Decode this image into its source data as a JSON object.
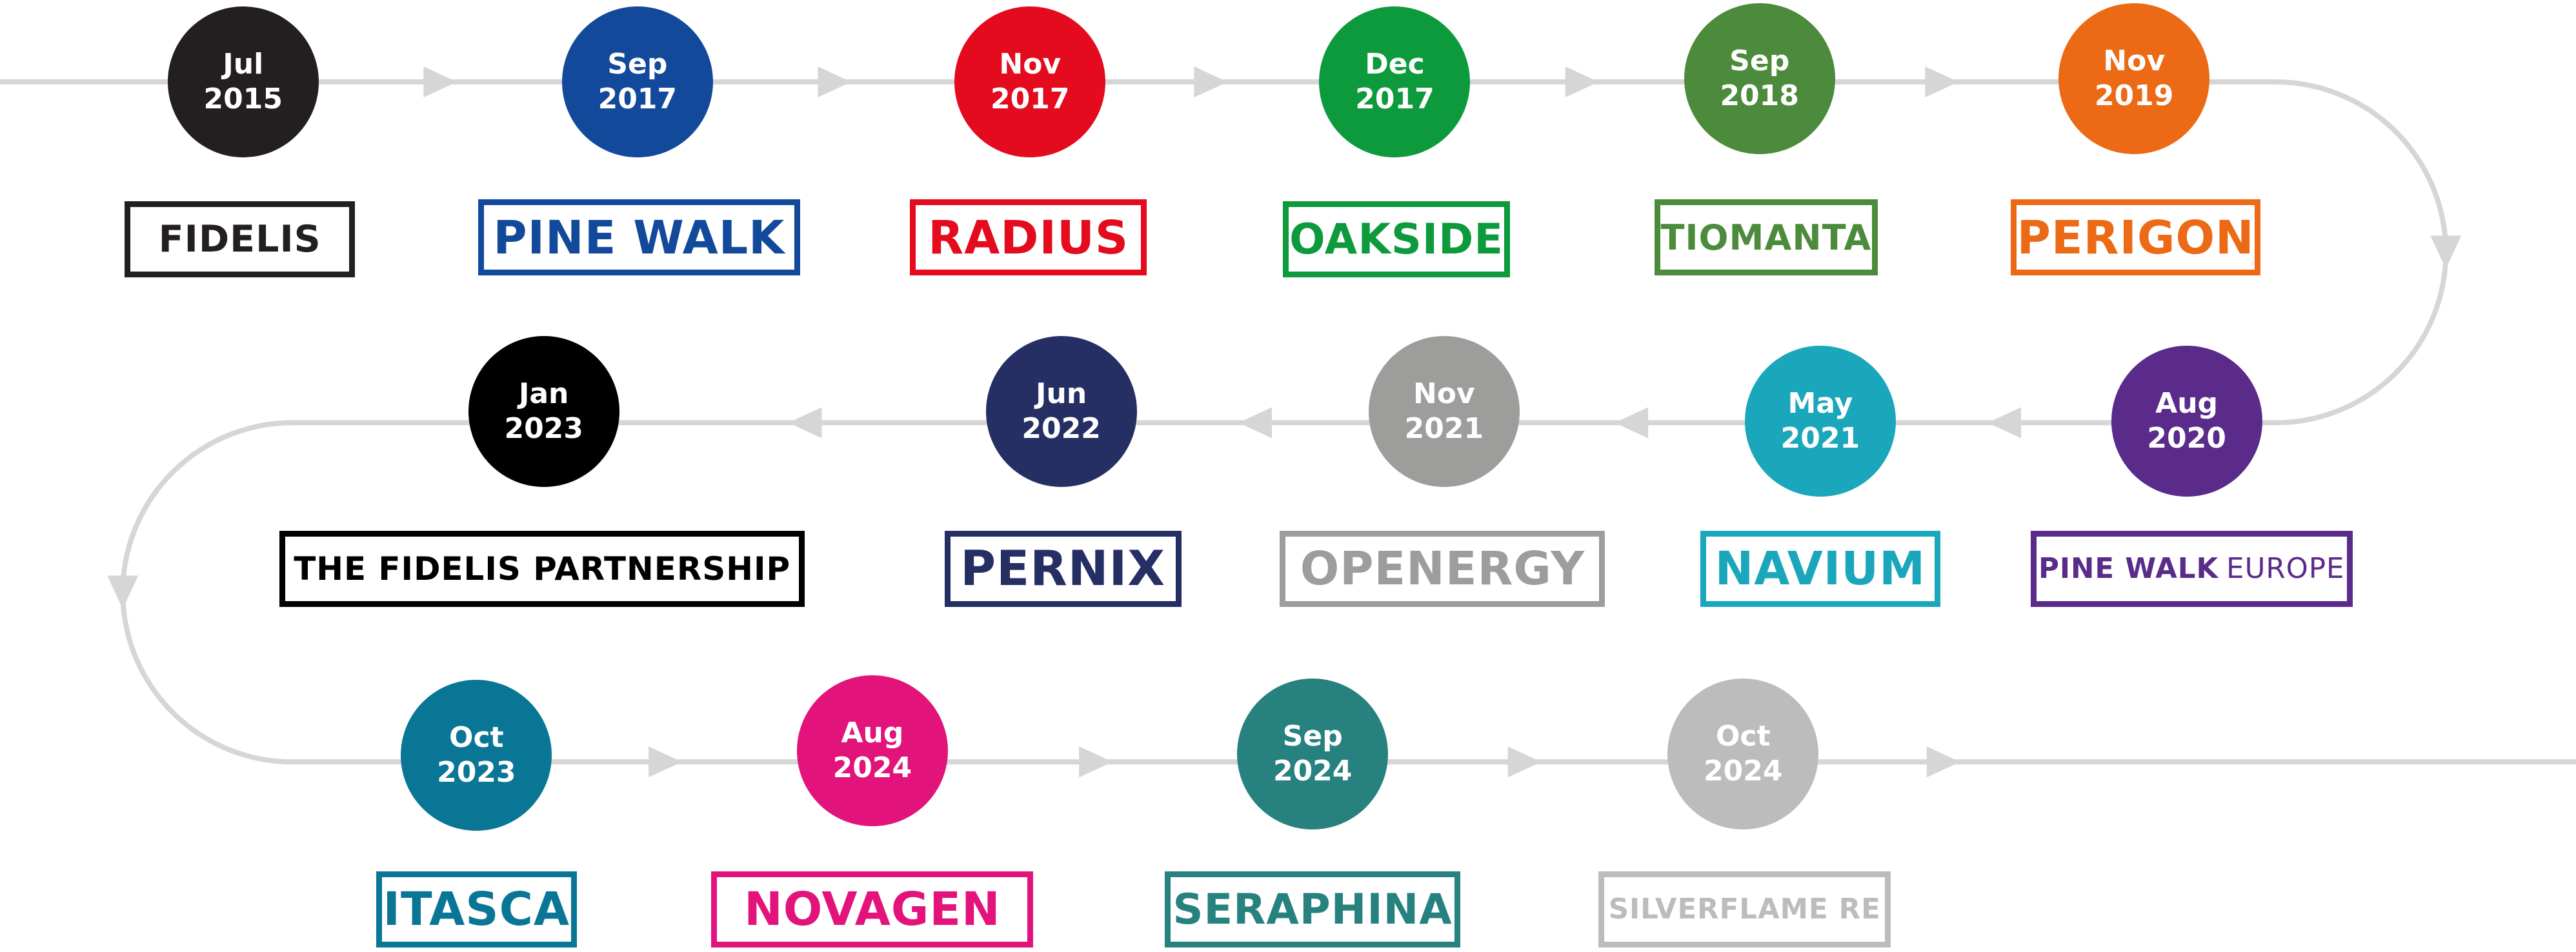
{
  "theme": {
    "line_color": "#d6d6d6"
  },
  "milestones": [
    {
      "id": "fidelis",
      "month": "Jul",
      "year": "2015",
      "brand": "FIDELIS",
      "brand_suffix": "",
      "color": "#231f20"
    },
    {
      "id": "pine-walk",
      "month": "Sep",
      "year": "2017",
      "brand": "PINE WALK",
      "brand_suffix": "",
      "color": "#12499b"
    },
    {
      "id": "radius",
      "month": "Nov",
      "year": "2017",
      "brand": "RADIUS",
      "brand_suffix": "",
      "color": "#e30b1d"
    },
    {
      "id": "oakside",
      "month": "Dec",
      "year": "2017",
      "brand": "OAKSIDE",
      "brand_suffix": "",
      "color": "#0d9a3d"
    },
    {
      "id": "tiomanta",
      "month": "Sep",
      "year": "2018",
      "brand": "TIOMANTA",
      "brand_suffix": "",
      "color": "#4b8b3b"
    },
    {
      "id": "perigon",
      "month": "Nov",
      "year": "2019",
      "brand": "PERIGON",
      "brand_suffix": "",
      "color": "#ec6a16"
    },
    {
      "id": "pine-walk-europe",
      "month": "Aug",
      "year": "2020",
      "brand": "PINE WALK",
      "brand_suffix": "EUROPE",
      "color": "#5a2b8b"
    },
    {
      "id": "navium",
      "month": "May",
      "year": "2021",
      "brand": "NAVIUM",
      "brand_suffix": "",
      "color": "#1ba7bb"
    },
    {
      "id": "openergy",
      "month": "Nov",
      "year": "2021",
      "brand": "OPENERGY",
      "brand_suffix": "",
      "color": "#9d9d9c"
    },
    {
      "id": "pernix",
      "month": "Jun",
      "year": "2022",
      "brand": "PERNIX",
      "brand_suffix": "",
      "color": "#252f63"
    },
    {
      "id": "the-fidelis-partnership",
      "month": "Jan",
      "year": "2023",
      "brand": "THE FIDELIS PARTNERSHIP",
      "brand_suffix": "",
      "color": "#000000"
    },
    {
      "id": "itasca",
      "month": "Oct",
      "year": "2023",
      "brand": "ITASCA",
      "brand_suffix": "",
      "color": "#0a7696"
    },
    {
      "id": "novagen",
      "month": "Aug",
      "year": "2024",
      "brand": "NOVAGEN",
      "brand_suffix": "",
      "color": "#e2137a"
    },
    {
      "id": "seraphina",
      "month": "Sep",
      "year": "2024",
      "brand": "SERAPHINA",
      "brand_suffix": "",
      "color": "#26817f"
    },
    {
      "id": "silverflame-re",
      "month": "Oct",
      "year": "2024",
      "brand": "SILVERFLAME RE",
      "brand_suffix": "",
      "color": "#bcbcbc"
    }
  ]
}
